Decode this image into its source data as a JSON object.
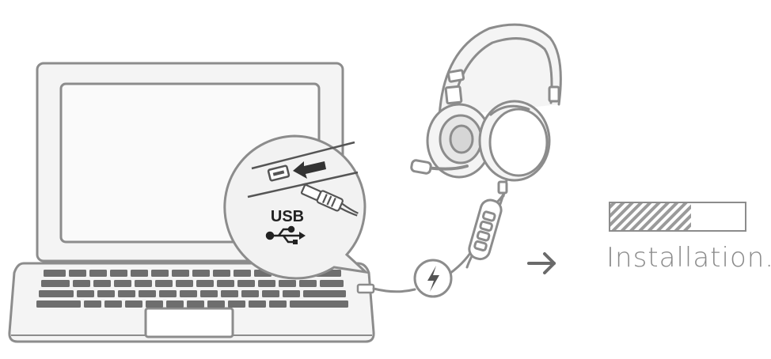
{
  "zoom_callout": {
    "port_label": "USB",
    "usb_symbol": "usb-icon"
  },
  "cable_badge": {
    "icon": "lightning-icon"
  },
  "arrow": {
    "icon": "arrow-right-icon"
  },
  "installation": {
    "status_text": "Installation...",
    "progress": 0.6
  },
  "colors": {
    "stroke": "#8c8c8c",
    "fill_light": "#f2f2f2",
    "fill_mid": "#e6e6e6",
    "key": "#6e6e6e",
    "text": "#8a8a8a"
  }
}
